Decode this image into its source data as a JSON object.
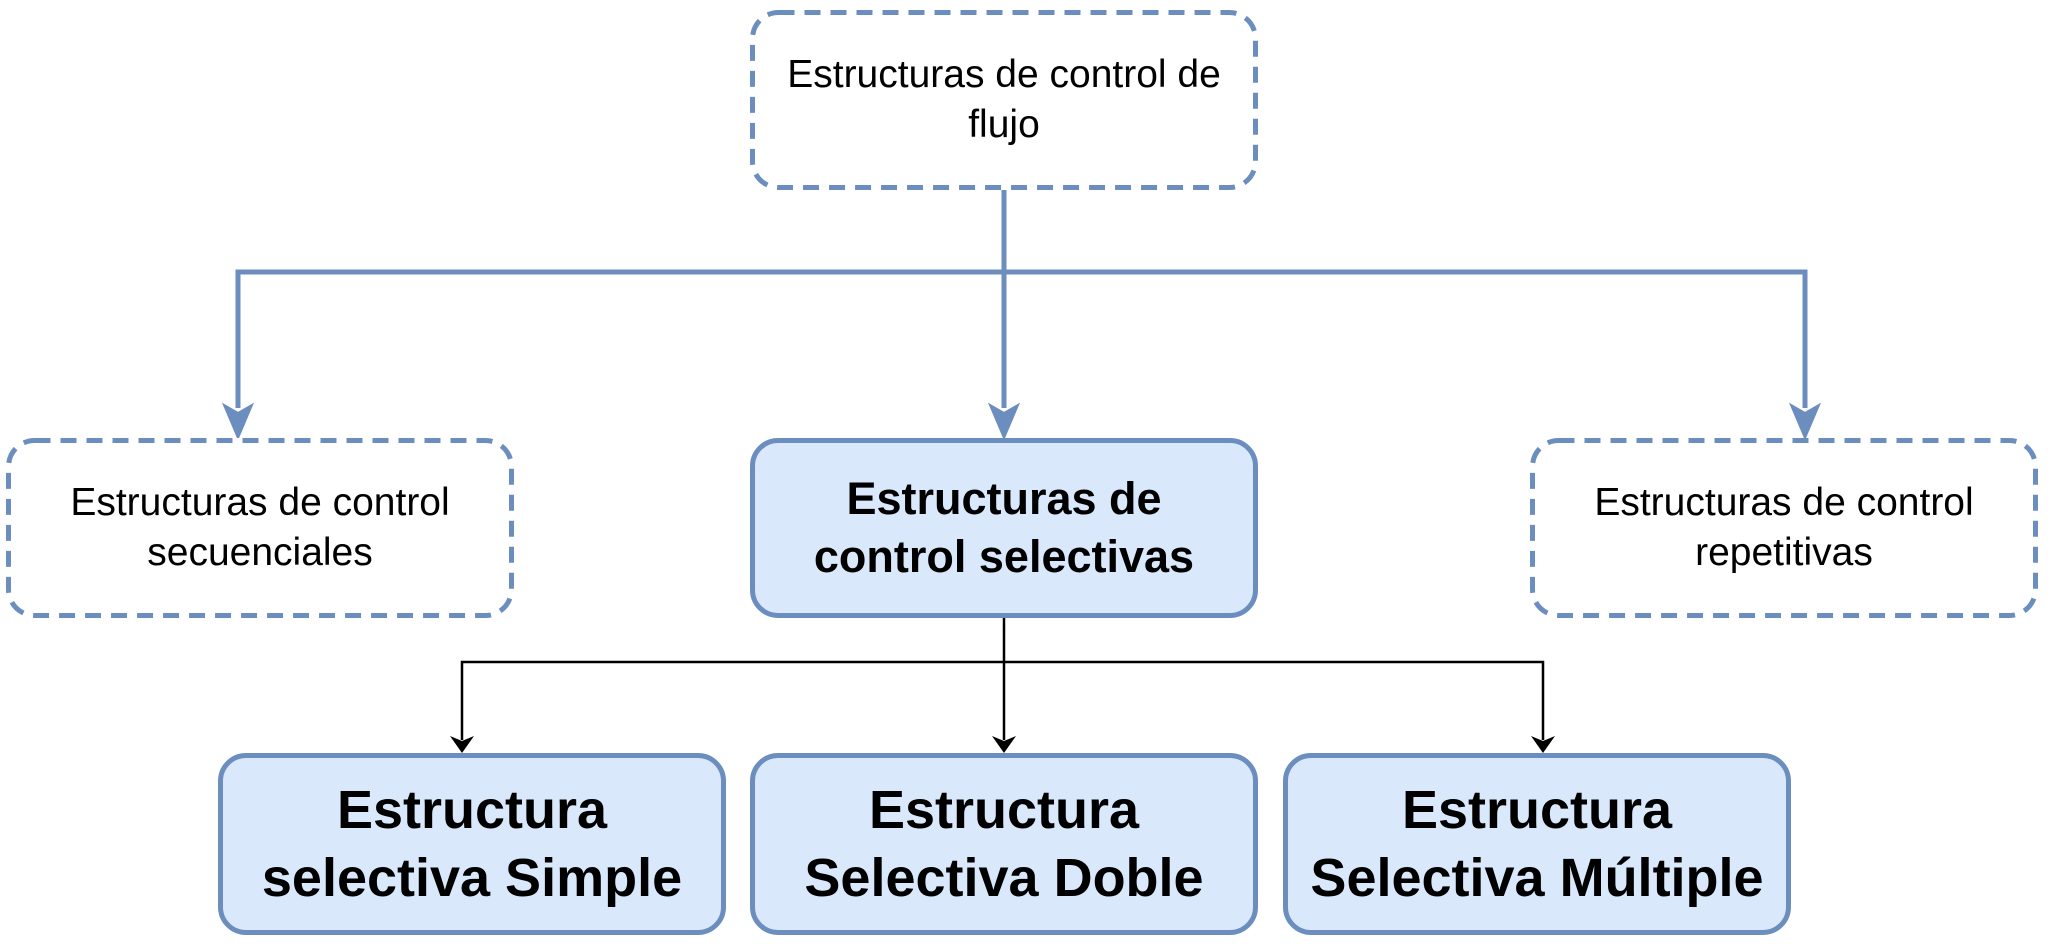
{
  "diagram": {
    "root": {
      "label": "Estructuras de control de flujo"
    },
    "level1": [
      {
        "id": "secuenciales",
        "label": "Estructuras de control secuenciales"
      },
      {
        "id": "selectivas",
        "label": "Estructuras de control selectivas"
      },
      {
        "id": "repetitivas",
        "label": "Estructuras de control repetitivas"
      }
    ],
    "level2": [
      {
        "id": "simple",
        "label": "Estructura selectiva Simple"
      },
      {
        "id": "doble",
        "label": "Estructura Selectiva Doble"
      },
      {
        "id": "multiple",
        "label": "Estructura Selectiva Múltiple"
      }
    ],
    "colors": {
      "dashed_border": "#6c8ebf",
      "fill_highlight": "#dae8fc",
      "connector_primary": "#6c8ebf",
      "connector_secondary": "#000000",
      "text": "#000000"
    }
  }
}
